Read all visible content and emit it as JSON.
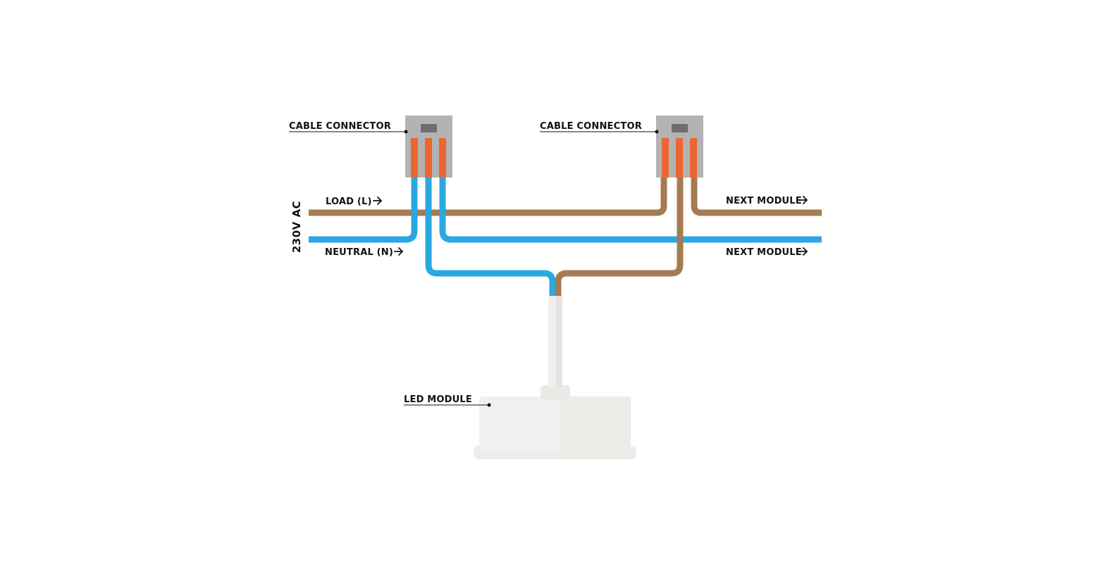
{
  "labels": {
    "connector_left": "CABLE CONNECTOR",
    "connector_right": "CABLE CONNECTOR",
    "load": "LOAD (L)",
    "neutral": "NEUTRAL (N)",
    "supply": "230V AC",
    "next_module_load": "NEXT MODULE",
    "next_module_neutral": "NEXT MODULE",
    "led_module": "LED MODULE"
  },
  "colors": {
    "live_wire": "#a47b52",
    "neutral_wire": "#2aa8e0",
    "connector_body": "#b3b3b3",
    "connector_lever": "#ec6632",
    "connector_slot": "#6e6e6e",
    "module_body": "#f2f0ee",
    "text": "#111111",
    "background": "#ffffff"
  },
  "icons": [
    "arrow-right-icon",
    "leader-dot-icon"
  ]
}
